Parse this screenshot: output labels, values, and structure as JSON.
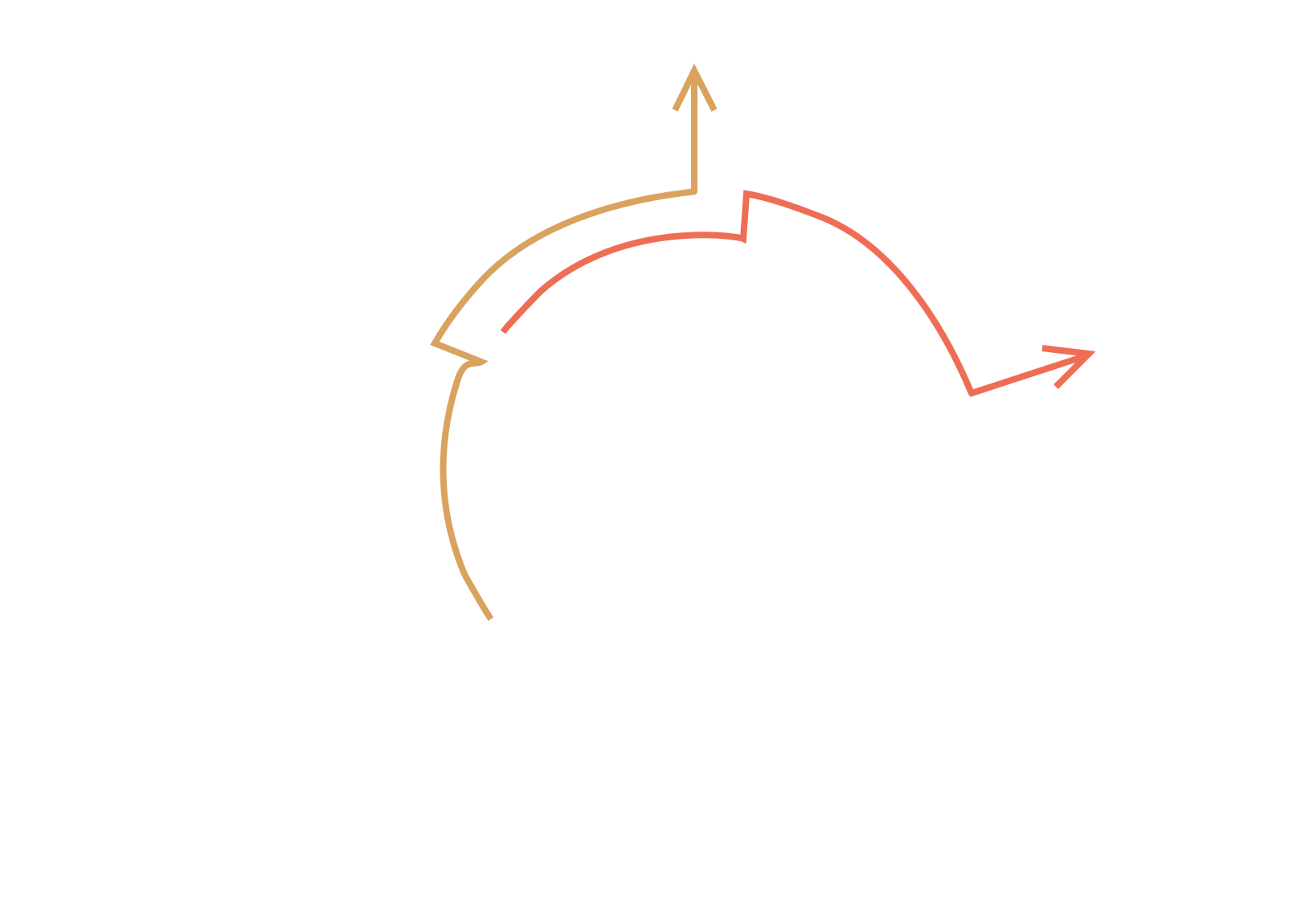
{
  "diagram": {
    "type": "curved-arrows",
    "background_color": "#ffffff",
    "arrows": [
      {
        "id": "outer-arrow",
        "color": "#D9A35F",
        "direction": "up",
        "icon": "arrow-up-icon"
      },
      {
        "id": "inner-arrow",
        "color": "#EF6D55",
        "direction": "right",
        "icon": "arrow-right-icon"
      }
    ]
  }
}
